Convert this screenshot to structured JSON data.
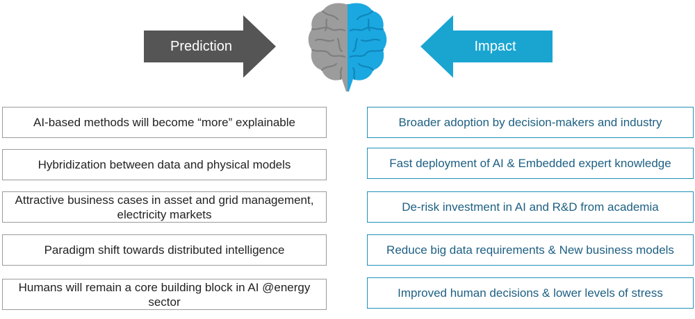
{
  "header": {
    "prediction_label": "Prediction",
    "impact_label": "Impact"
  },
  "colors": {
    "prediction_arrow": "#555555",
    "impact_arrow": "#1aa5d1",
    "brain_left": "#9c9c9c",
    "brain_right": "#1ba8e0",
    "left_border": "#9a9a9a",
    "right_border": "#1f8fb8",
    "right_text": "#1d5f82"
  },
  "icons": [
    "right-arrow-icon",
    "left-arrow-icon",
    "brain-icon"
  ],
  "predictions": [
    "AI-based methods will become “more” explainable",
    "Hybridization between data and physical models",
    "Attractive business cases in asset and grid management, electricity markets",
    "Paradigm shift towards distributed intelligence",
    "Humans will remain a core building block in AI @energy sector"
  ],
  "impacts": [
    "Broader adoption by decision-makers and industry",
    "Fast deployment of AI & Embedded expert knowledge",
    "De-risk investment in AI and R&D from academia",
    "Reduce big data requirements & New business models",
    "Improved human decisions & lower levels of stress"
  ]
}
